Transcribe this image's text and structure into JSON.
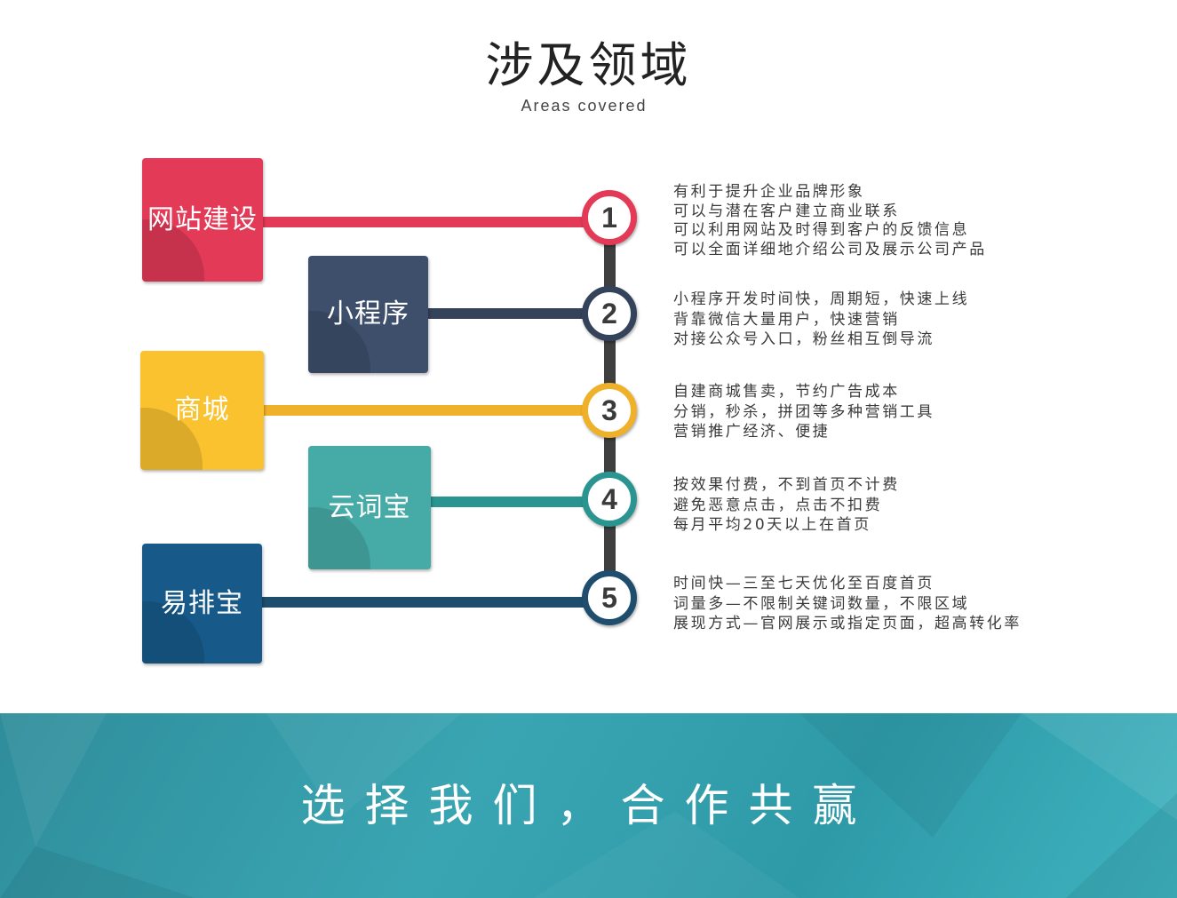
{
  "header": {
    "title": "涉及领域",
    "subtitle": "Areas  covered"
  },
  "colors": {
    "red": "#e23a57",
    "navy": "#3e4f6c",
    "yellow": "#f9c22e",
    "teal": "#46aba6",
    "blue": "#175a8a"
  },
  "items": [
    {
      "label": "网站建设",
      "number": "1",
      "lines": [
        "有利于提升企业品牌形象",
        "可以与潜在客户建立商业联系",
        "可以利用网站及时得到客户的反馈信息",
        "可以全面详细地介绍公司及展示公司产品"
      ]
    },
    {
      "label": "小程序",
      "number": "2",
      "lines": [
        "小程序开发时间快，周期短，快速上线",
        "背靠微信大量用户，快速营销",
        "对接公众号入口，粉丝相互倒导流"
      ]
    },
    {
      "label": "商城",
      "number": "3",
      "lines": [
        "自建商城售卖，节约广告成本",
        "分销，秒杀，拼团等多种营销工具",
        "营销推广经济、便捷"
      ]
    },
    {
      "label": "云词宝",
      "number": "4",
      "lines": [
        "按效果付费，不到首页不计费",
        "避免恶意点击，点击不扣费",
        "每月平均20天以上在首页"
      ]
    },
    {
      "label": "易排宝",
      "number": "5",
      "lines": [
        "时间快—三至七天优化至百度首页",
        "词量多—不限制关键词数量，不限区域",
        "展现方式—官网展示或指定页面，超高转化率"
      ]
    }
  ],
  "banner": {
    "slogan": "选择我们，合作共赢"
  }
}
